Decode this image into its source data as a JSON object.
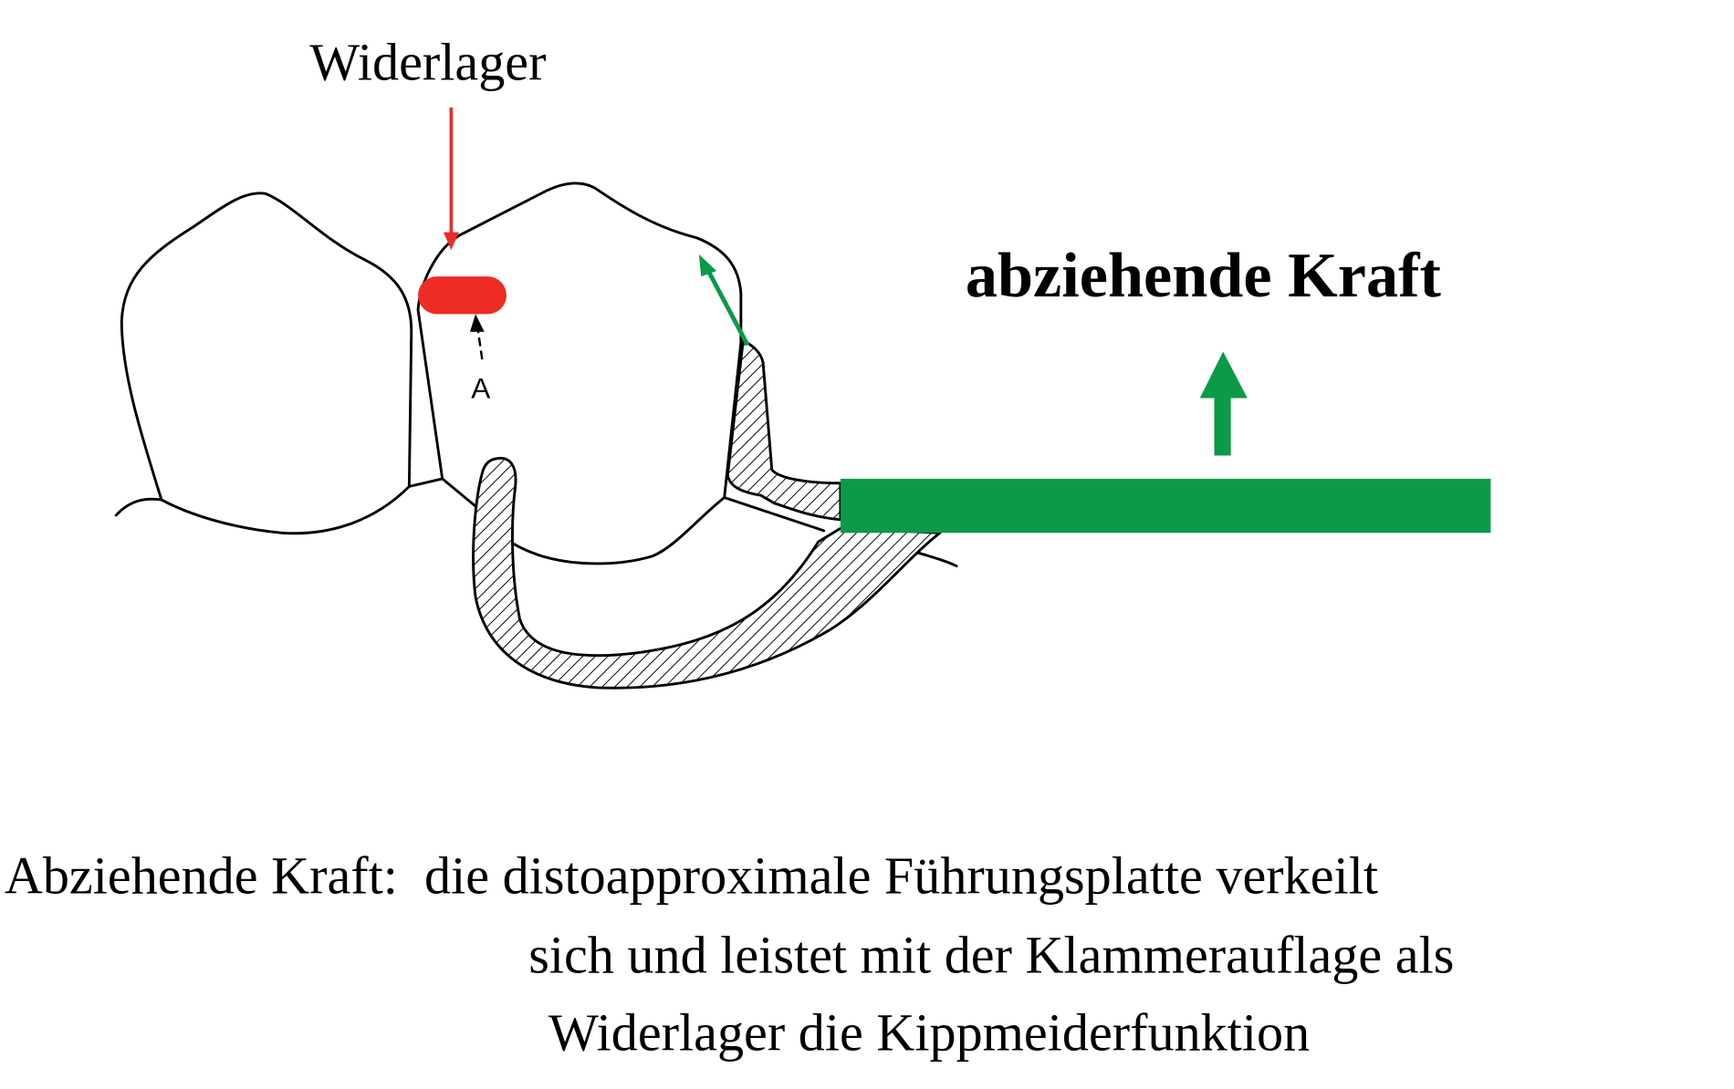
{
  "labels": {
    "abutment": "Widerlager",
    "force": "abziehende Kraft",
    "point_a": "A"
  },
  "caption": {
    "lines": [
      "Abziehende Kraft:  die distoapproximale Führungsplatte verkeilt",
      "sich und leistet mit der Klammerauflage als",
      "Widerlager die Kippmeiderfunktion"
    ]
  },
  "colors": {
    "red": "#ee2b24",
    "green": "#0a9a48",
    "black": "#000000"
  }
}
